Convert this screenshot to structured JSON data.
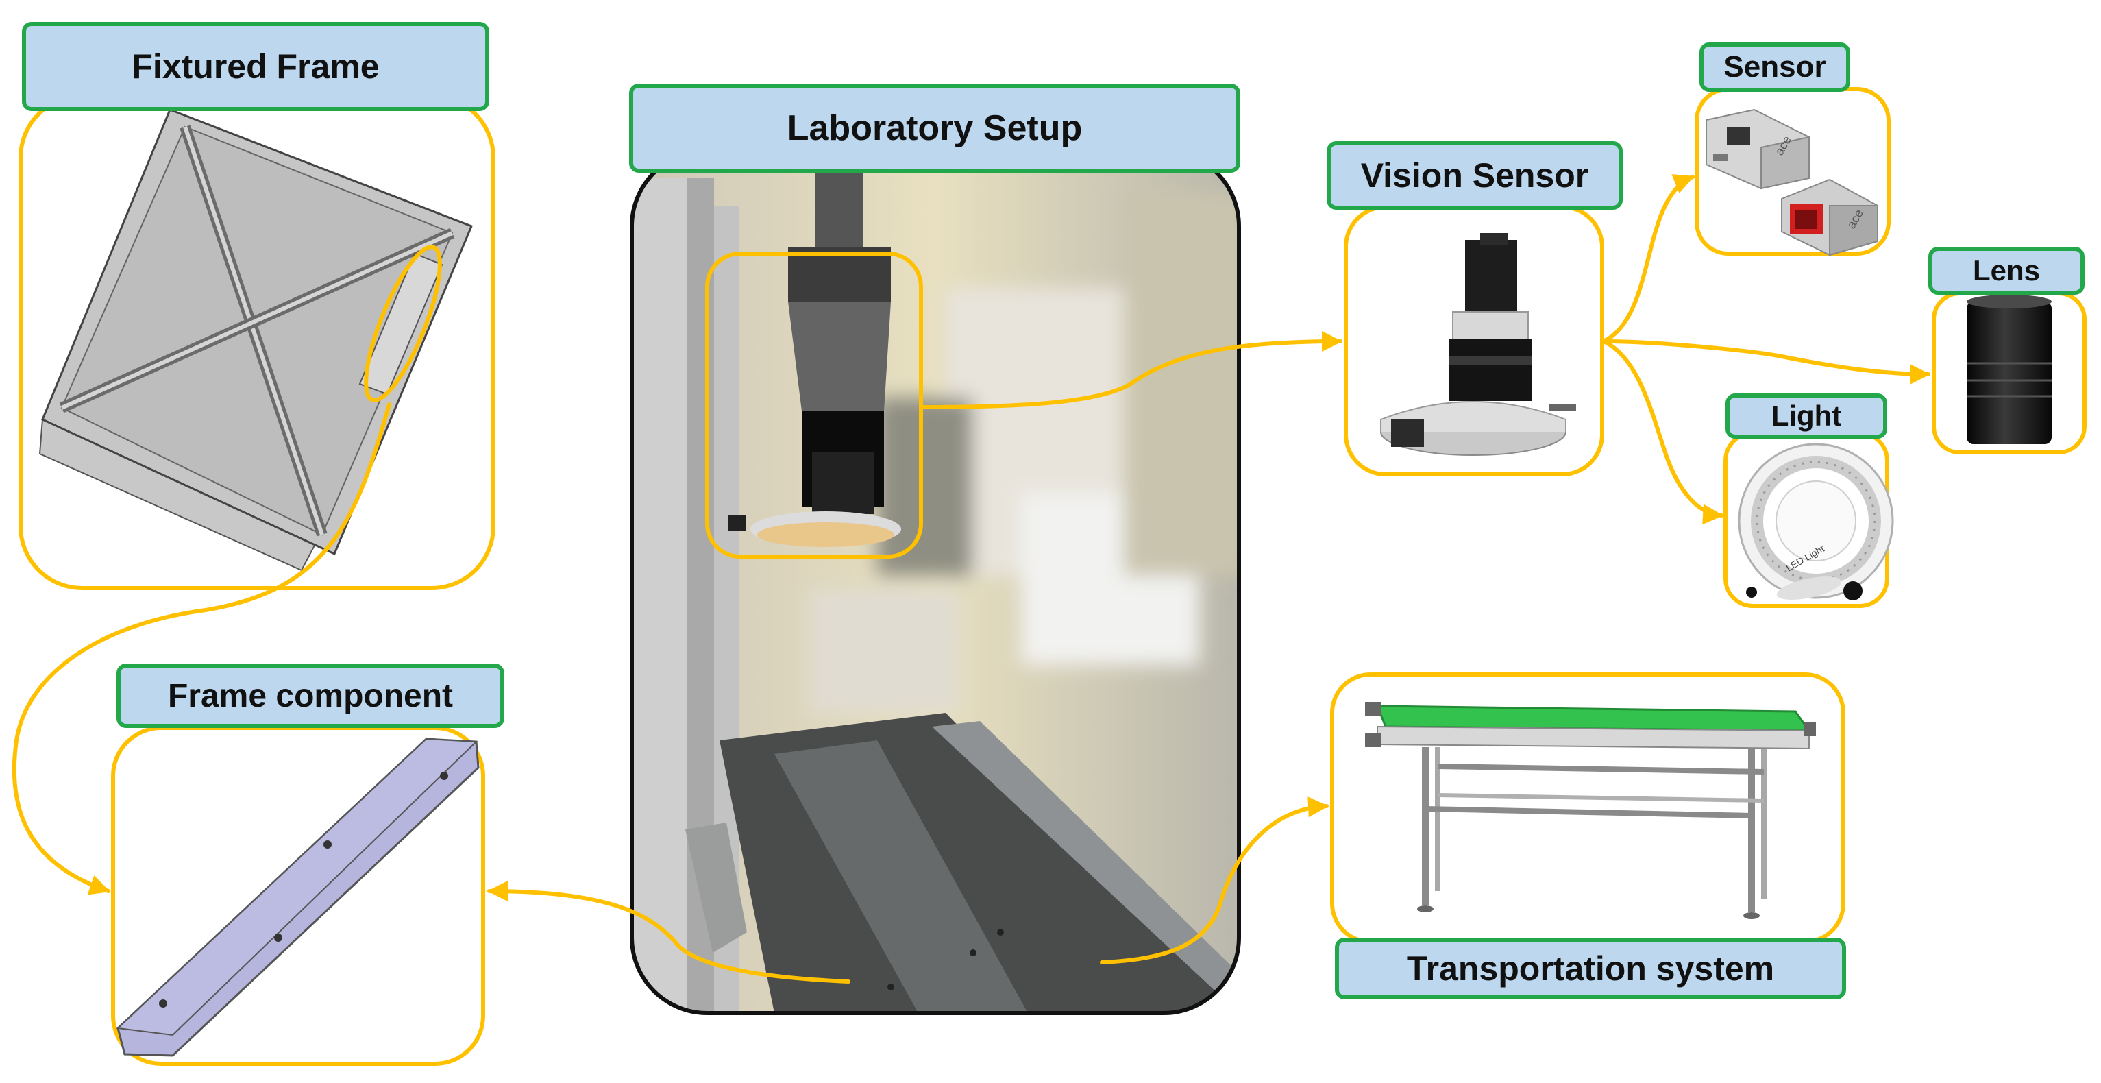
{
  "labels": {
    "fixtured_frame": "Fixtured Frame",
    "frame_component": "Frame component",
    "laboratory_setup": "Laboratory Setup",
    "vision_sensor": "Vision Sensor",
    "sensor": "Sensor",
    "lens": "Lens",
    "light": "Light",
    "transportation_system": "Transportation system"
  },
  "sensor_brand": "ace",
  "light_brand": "LED Light",
  "colors": {
    "connector": "#ffc000",
    "label_fill": "#bdd7ee",
    "label_border": "#22a84a",
    "conveyor_belt": "#33c24d",
    "camera_red": "#d21f1f",
    "frame_part": "#b5b5dd"
  }
}
